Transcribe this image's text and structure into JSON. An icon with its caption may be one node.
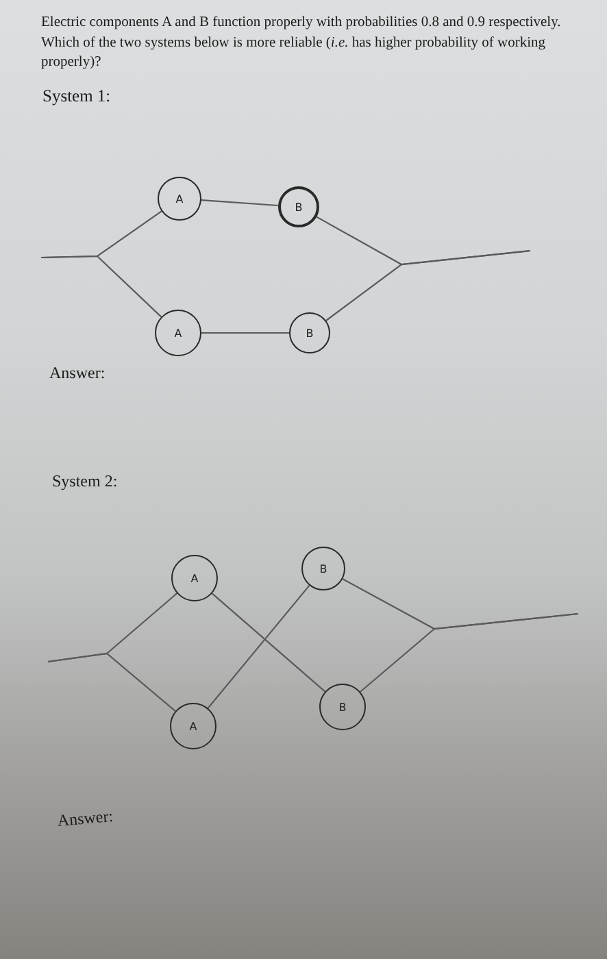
{
  "diagram": {
    "nodes": [
      {
        "text": [
          "A"
        ]
      },
      {
        "text": [
          "B"
        ]
      },
      {
        "text": [
          "A"
        ]
      },
      {
        "text": [
          "B"
        ]
      },
      {
        "text": [
          "A"
        ]
      },
      {
        "text": [
          "B"
        ]
      },
      {
        "text": [
          "A"
        ]
      },
      {
        "text": [
          "B"
        ]
      }
    ],
    "edges": [
      {
        "from": null,
        "to": 0,
        "arrow": "none"
      },
      {
        "from": null,
        "to": 2,
        "arrow": "none"
      },
      {
        "from": 0,
        "to": 1,
        "arrow": "none"
      },
      {
        "from": 2,
        "to": 3,
        "arrow": "none"
      },
      {
        "from": 1,
        "to": null,
        "arrow": "none"
      },
      {
        "from": 3,
        "to": null,
        "arrow": "none"
      },
      {
        "from": null,
        "to": 4,
        "arrow": "none"
      },
      {
        "from": null,
        "to": 6,
        "arrow": "none"
      },
      {
        "from": 4,
        "to": 7,
        "arrow": "none"
      },
      {
        "from": 6,
        "to": 5,
        "arrow": "none"
      },
      {
        "from": 5,
        "to": null,
        "arrow": "none"
      },
      {
        "from": 7,
        "to": null,
        "arrow": "none"
      }
    ],
    "labels": [
      "Electric components A and B function properly with probabilities 0.8 and 0.9 respectively.",
      "Which of the two systems below is more reliable (*i.e.* has higher probability of working properly)?",
      "System 1:",
      "Answer:",
      "System 2:",
      "Answer:"
    ]
  }
}
